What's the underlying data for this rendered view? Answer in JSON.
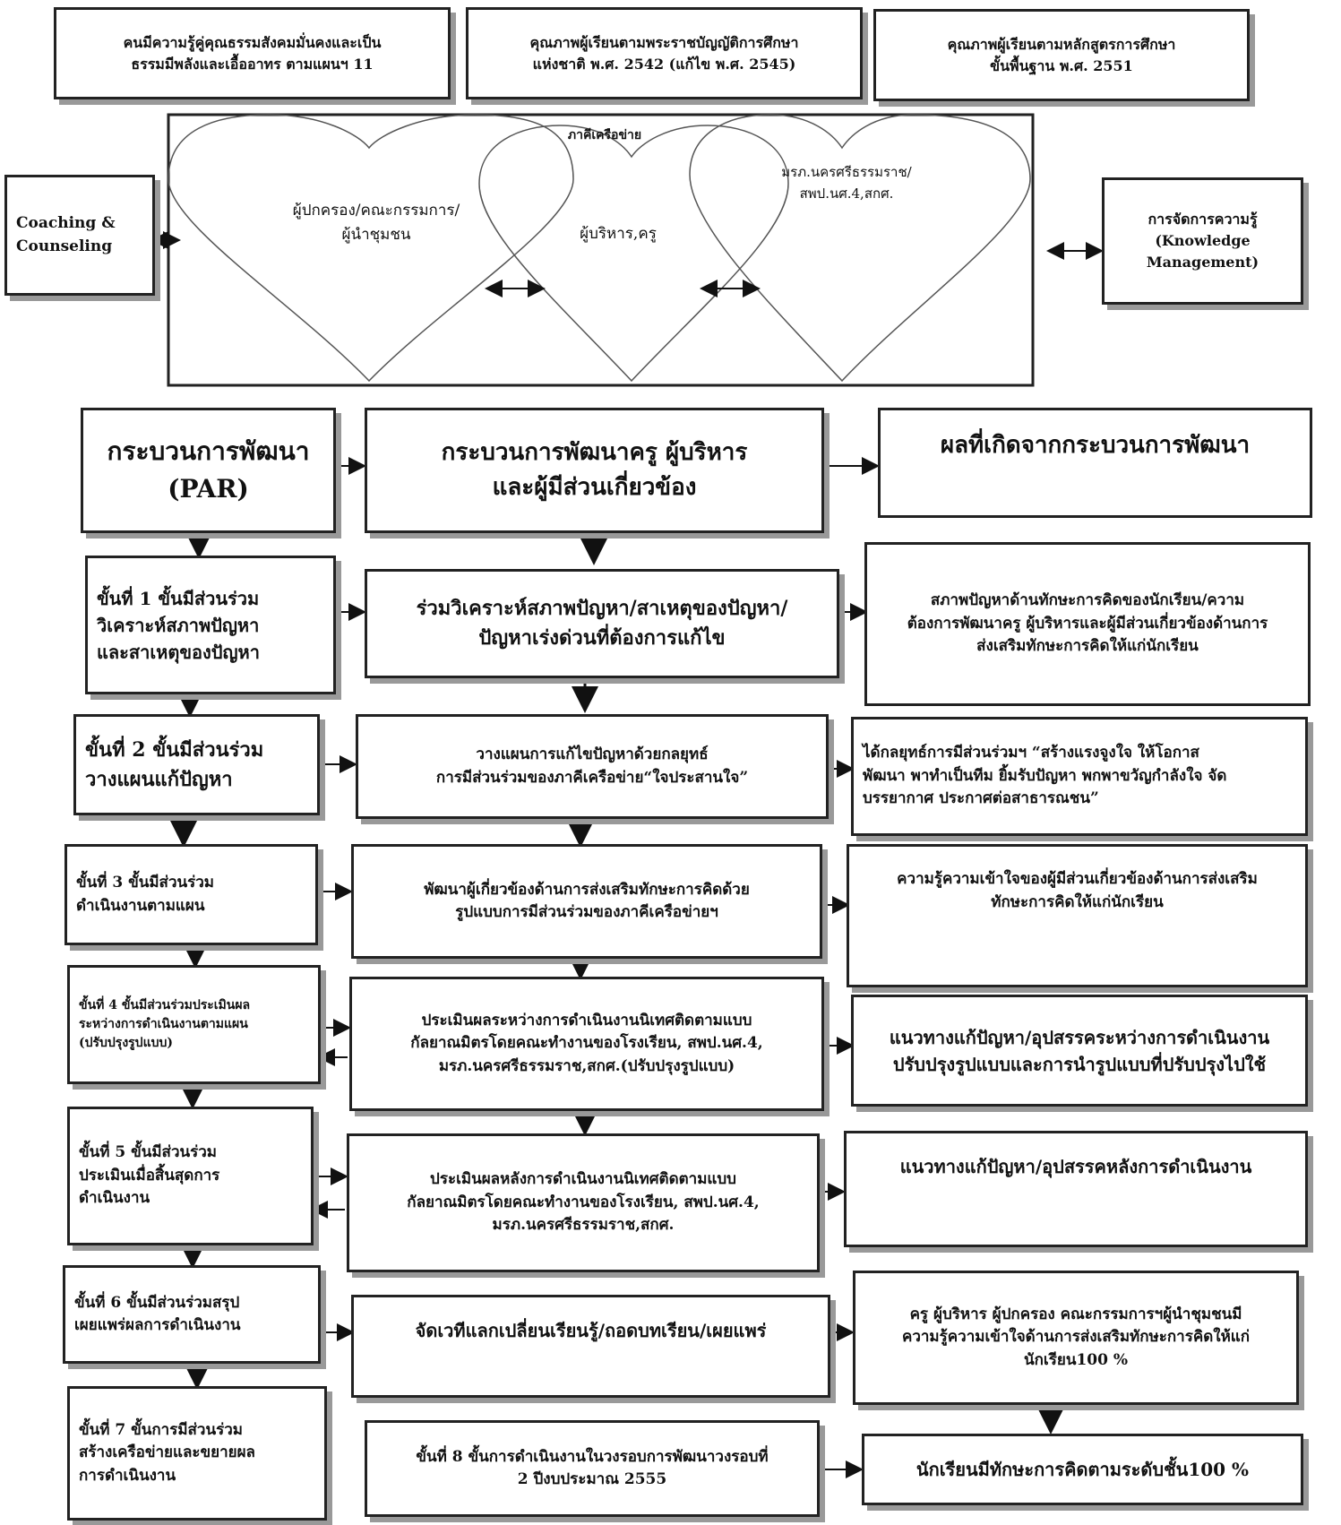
{
  "top": {
    "box1": "คนมีความรู้คู่คุณธรรมสังคมมั่นคงและเป็น\nธรรมมีพลังและเอื้ออาทร ตามแผนฯ 11",
    "box2": "คุณภาพผู้เรียนตามพระราชบัญญัติการศึกษา\nแห่งชาติ พ.ศ. 2542 (แก้ไข พ.ศ. 2545)",
    "box3": "คุณภาพผู้เรียนตามหลักสูตรการศึกษา\nขั้นพื้นฐาน พ.ศ. 2551"
  },
  "network": {
    "title": "ภาคีเครือข่าย",
    "heart_left": "ผู้ปกครอง/คณะกรรมการ/\nผู้นำชุมชน",
    "heart_center": "ผู้บริหาร,ครู",
    "heart_right": "มรภ.นครศรีธรรมราช/\nสพป.นศ.4,สกศ.",
    "coaching": "Coaching &\nCounseling",
    "km": "การจัดการความรู้\n(Knowledge\nManagement)"
  },
  "headers": {
    "par": "กระบวนการพัฒนา\n(PAR)",
    "process": "กระบวนการพัฒนาครู ผู้บริหาร\nและผู้มีส่วนเกี่ยวข้อง",
    "result": "ผลที่เกิดจากกระบวนการพัฒนา"
  },
  "steps": [
    {
      "step": "ขั้นที่ 1 ขั้นมีส่วนร่วม\nวิเคราะห์สภาพปัญหา\nและสาเหตุของปัญหา",
      "process": "ร่วมวิเคราะห์สภาพปัญหา/สาเหตุของปัญหา/\nปัญหาเร่งด่วนที่ต้องการแก้ไข",
      "result": "สภาพปัญหาด้านทักษะการคิดของนักเรียน/ความ\nต้องการพัฒนาครู ผู้บริหารและผู้มีส่วนเกี่ยวข้องด้านการ\nส่งเสริมทักษะการคิดให้แก่นักเรียน"
    },
    {
      "step": "ขั้นที่ 2 ขั้นมีส่วนร่วม\nวางแผนแก้ปัญหา",
      "process": "วางแผนการแก้ไขปัญหาด้วยกลยุทธ์\nการมีส่วนร่วมของภาคีเครือข่าย“ใจประสานใจ”",
      "result": "ได้กลยุทธ์การมีส่วนร่วมฯ “สร้างแรงจูงใจ ให้โอกาส\nพัฒนา พาทำเป็นทีม ยิ้มรับปัญหา พกพาขวัญกำลังใจ จัด\nบรรยากาศ ประกาศต่อสาธารณชน”"
    },
    {
      "step": "ขั้นที่ 3 ขั้นมีส่วนร่วม\nดำเนินงานตามแผน",
      "process": "พัฒนาผู้เกี่ยวข้องด้านการส่งเสริมทักษะการคิดด้วย\nรูปแบบการมีส่วนร่วมของภาคีเครือข่ายฯ",
      "result": "ความรู้ความเข้าใจของผู้มีส่วนเกี่ยวข้องด้านการส่งเสริม\nทักษะการคิดให้แก่นักเรียน"
    },
    {
      "step": "ขั้นที่ 4 ขั้นมีส่วนร่วมประเมินผล\nระหว่างการดำเนินงานตามแผน\n(ปรับปรุงรูปแบบ)",
      "process": "ประเมินผลระหว่างการดำเนินงานนิเทศติดตามแบบ\nกัลยาณมิตรโดยคณะทำงานของโรงเรียน, สพป.นศ.4,\nมรภ.นครศรีธรรมราช,สกศ.(ปรับปรุงรูปแบบ)",
      "result": "แนวทางแก้ปัญหา/อุปสรรคระหว่างการดำเนินงาน\nปรับปรุงรูปแบบและการนำรูปแบบที่ปรับปรุงไปใช้"
    },
    {
      "step": "ขั้นที่ 5 ขั้นมีส่วนร่วม\nประเมินเมื่อสิ้นสุดการ\nดำเนินงาน",
      "process": "ประเมินผลหลังการดำเนินงานนิเทศติดตามแบบ\nกัลยาณมิตรโดยคณะทำงานของโรงเรียน, สพป.นศ.4,\nมรภ.นครศรีธรรมราช,สกศ.",
      "result": "แนวทางแก้ปัญหา/อุปสรรคหลังการดำเนินงาน"
    },
    {
      "step": "ขั้นที่ 6 ขั้นมีส่วนร่วมสรุป\nเผยแพร่ผลการดำเนินงาน",
      "process": "จัดเวทีแลกเปลี่ยนเรียนรู้/ถอดบทเรียน/เผยแพร่",
      "result": "ครู ผู้บริหาร ผู้ปกครอง คณะกรรมการฯผู้นำชุมชนมี\nความรู้ความเข้าใจด้านการส่งเสริมทักษะการคิดให้แก่\nนักเรียน100 %"
    },
    {
      "step": "ขั้นที่ 7 ขั้นการมีส่วนร่วม\nสร้างเครือข่ายและขยายผล\nการดำเนินงาน",
      "process": "ขั้นที่ 8 ขั้นการดำเนินงานในวงรอบการพัฒนาวงรอบที่\n2 ปีงบประมาณ 2555",
      "result": "นักเรียนมีทักษะการคิดตามระดับชั้น100 %"
    }
  ]
}
